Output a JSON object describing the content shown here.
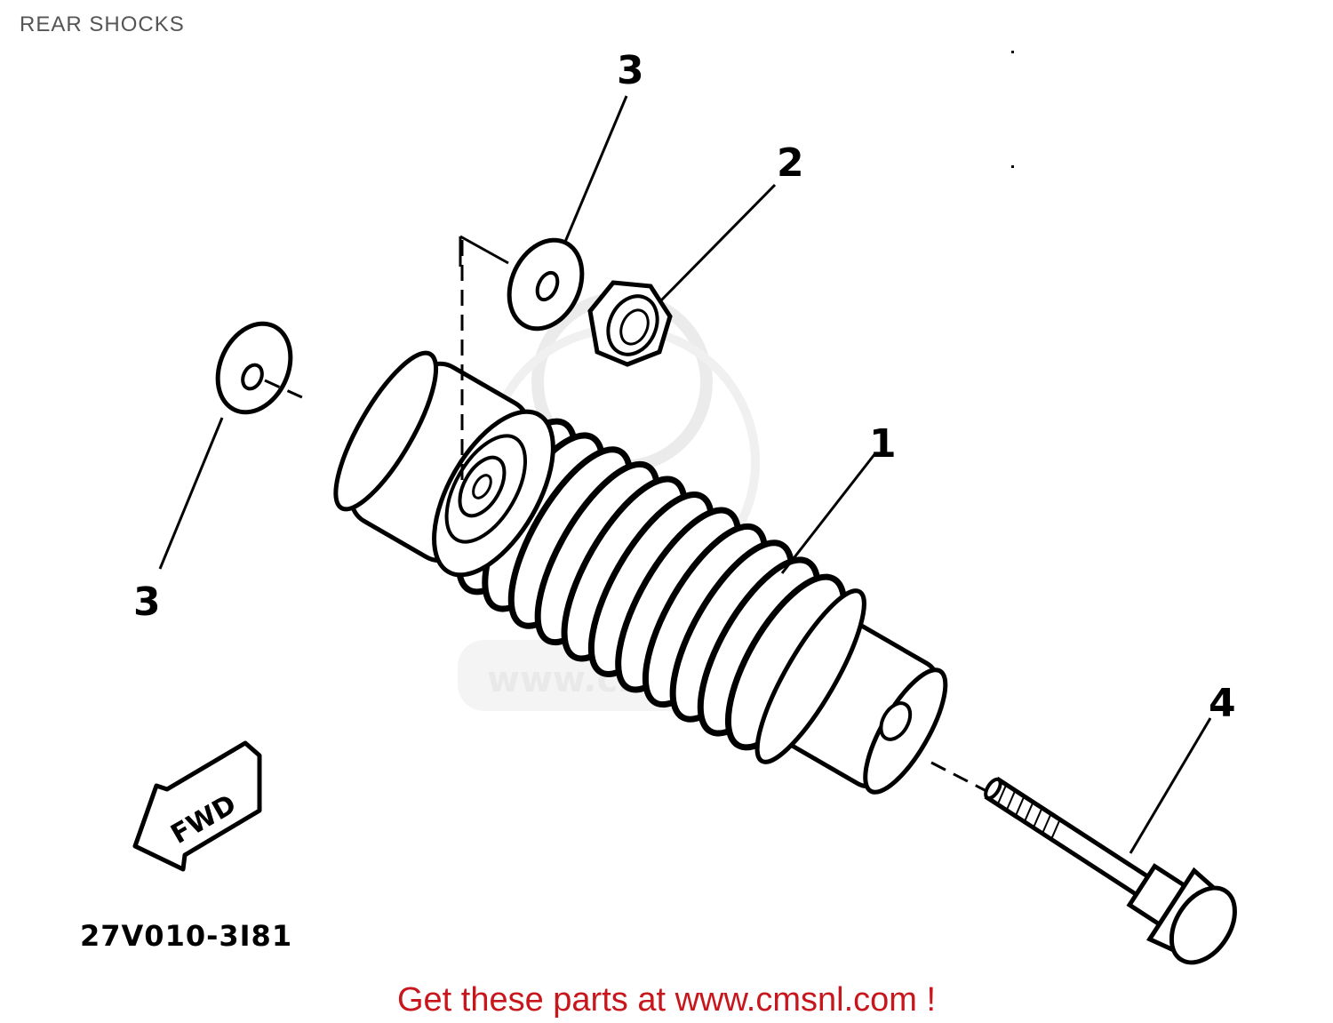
{
  "header": {
    "title": "REAR SHOCKS"
  },
  "parts": [
    {
      "callout": "1",
      "name": "rear-shock-absorber"
    },
    {
      "callout": "2",
      "name": "nut"
    },
    {
      "callout": "3",
      "name": "washer-upper"
    },
    {
      "callout": "3",
      "name": "washer-lower"
    },
    {
      "callout": "4",
      "name": "bolt"
    }
  ],
  "fwd_label": "FWD",
  "drawing_code": "27V010-3I81",
  "watermark": {
    "text": "www.cmsnl.com"
  },
  "footer": {
    "link_text": "Get these parts at www.cmsnl.com !",
    "link_color": "#c8161d"
  }
}
